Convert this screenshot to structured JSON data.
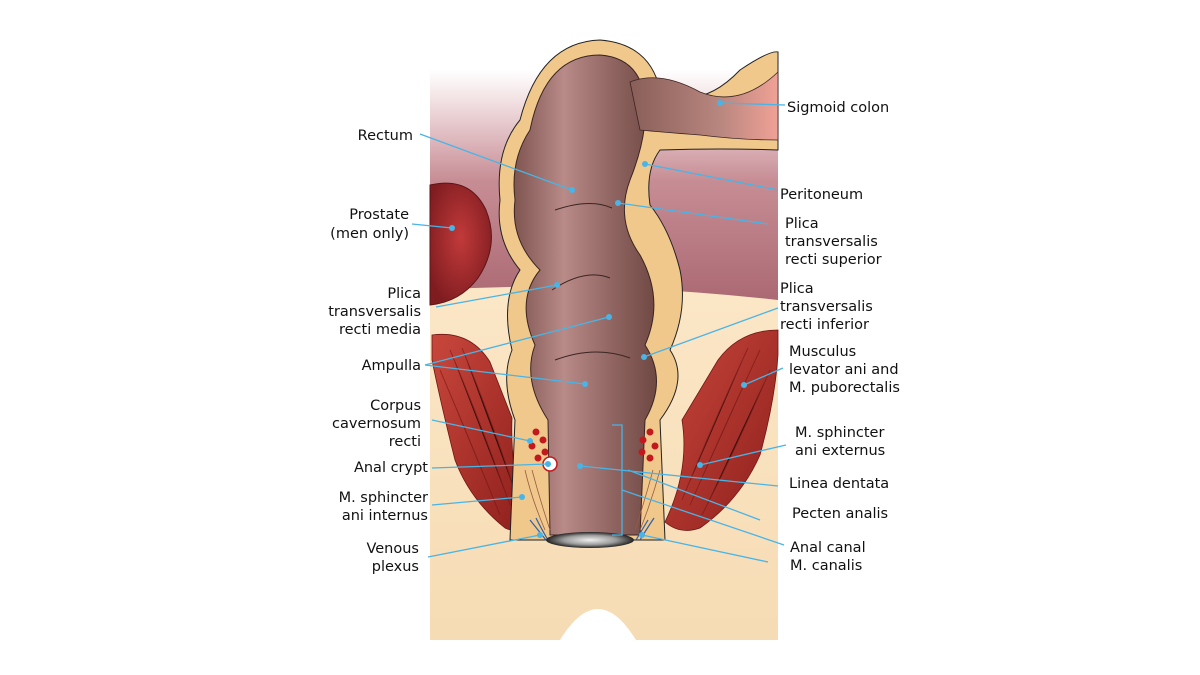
{
  "colors": {
    "leader": "#49b4e6",
    "text": "#111111",
    "peritoneum": "#f1c88c",
    "colon": "#9c6d64",
    "muscle": "#b0302a",
    "skin": "#f8e0ba",
    "pelvis_cavity": "#b57a80"
  },
  "labels": {
    "rectum": "Rectum",
    "prostate_1": "Prostate",
    "prostate_2": "(men only)",
    "ptr_media_1": "Plica",
    "ptr_media_2": "transversalis",
    "ptr_media_3": "recti media",
    "ampulla": "Ampulla",
    "corpus_1": "Corpus",
    "corpus_2": "cavernosum",
    "corpus_3": "recti",
    "anal_crypt": "Anal crypt",
    "sph_int_1": "M. sphincter",
    "sph_int_2": "ani internus",
    "venous_1": "Venous",
    "venous_2": "plexus",
    "sigmoid": "Sigmoid colon",
    "peritoneum": "Peritoneum",
    "ptr_sup_1": "Plica",
    "ptr_sup_2": "transversalis",
    "ptr_sup_3": "recti superior",
    "ptr_inf_1": "Plica",
    "ptr_inf_2": "transversalis",
    "ptr_inf_3": "recti inferior",
    "levator_1": "Musculus",
    "levator_2": "levator ani and",
    "levator_3": "M. puborectalis",
    "sph_ext_1": "M. sphincter",
    "sph_ext_2": "ani externus",
    "linea": "Linea dentata",
    "pecten": "Pecten analis",
    "anal_canal": "Anal canal",
    "canalis": "M. canalis"
  }
}
